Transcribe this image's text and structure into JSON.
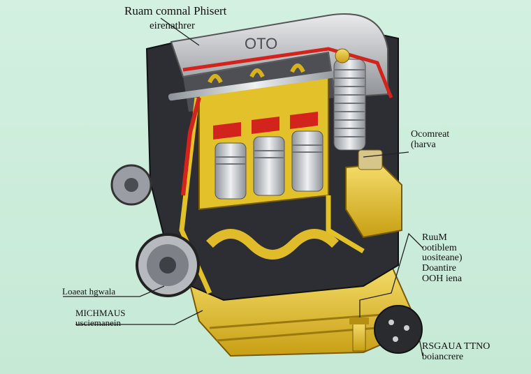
{
  "labels": {
    "title": "Ruam comnal Phisert",
    "subtitle": "eirenathrer",
    "right_upper": [
      "Ocomreat",
      "(harva"
    ],
    "right_middle": [
      "RuuM",
      "ootiblem",
      "uositeane)",
      "Doantire",
      "OOH iena"
    ],
    "left_upper": "Loaeat hgwala",
    "left_lower": [
      "MICHMAUS",
      "usciemanein"
    ],
    "bottom_right": [
      "RSGAUA TTNO",
      "boiancrere"
    ]
  },
  "engine_text": "OTO",
  "colors": {
    "background": "#cfeedd",
    "block": "#2d2e33",
    "head_cover": "#b7babf",
    "oil_yellow": "#e3c12a",
    "coolant_red": "#d2231c",
    "steel": "#c9cdd2"
  }
}
